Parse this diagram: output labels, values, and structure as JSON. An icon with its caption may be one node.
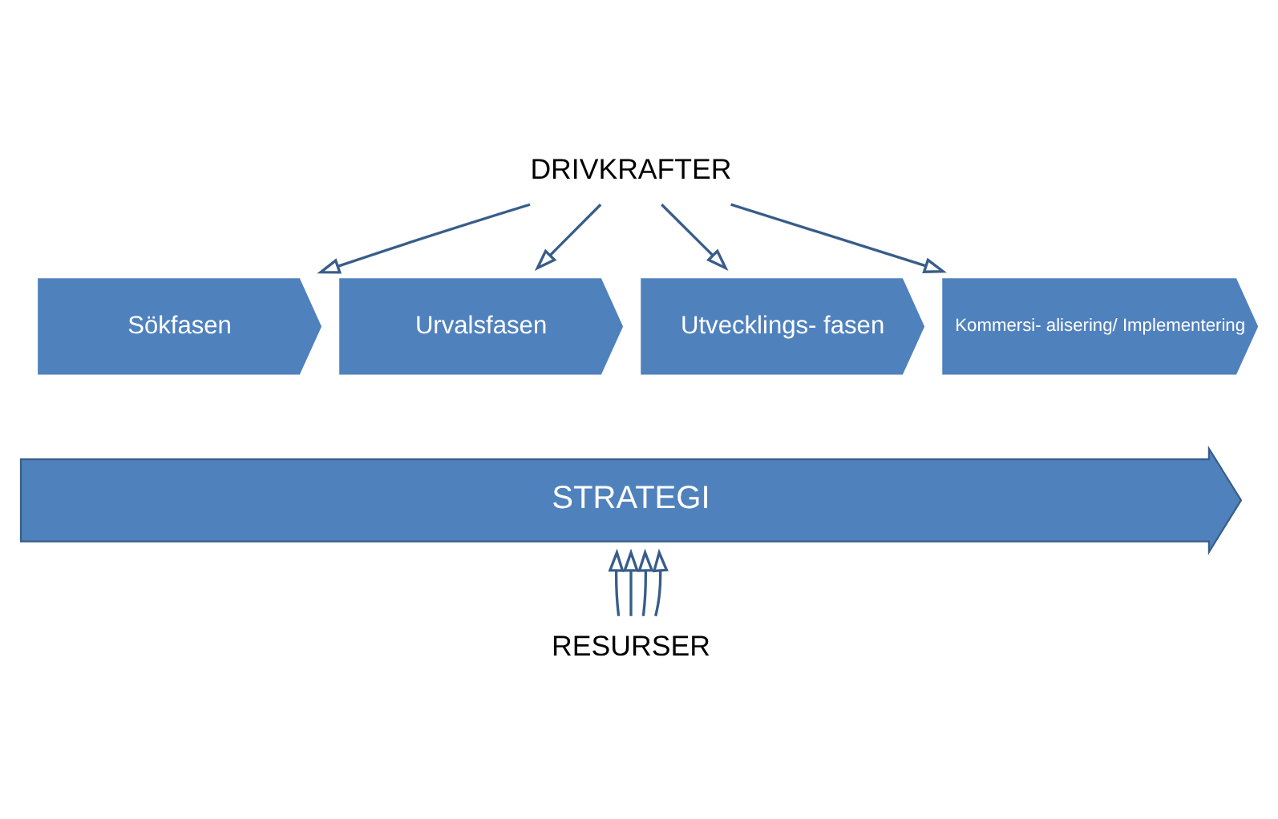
{
  "diagram": {
    "nodes": [
      {
        "text": [
          "DRIVKRAFTER"
        ]
      },
      {
        "text": [
          "Sökfasen"
        ]
      },
      {
        "text": [
          "Urvalsfasen"
        ]
      },
      {
        "text": [
          "Utvecklings- fasen"
        ]
      },
      {
        "text": [
          "Kommersi- alisering/ Implementering"
        ]
      },
      {
        "text": [
          "STRATEGI"
        ]
      },
      {
        "text": [
          "RESURSER"
        ]
      }
    ],
    "edges": [
      {
        "from": 0,
        "to": 1,
        "arrow": "to"
      },
      {
        "from": 0,
        "to": 2,
        "arrow": "to"
      },
      {
        "from": 0,
        "to": 3,
        "arrow": "to"
      },
      {
        "from": 0,
        "to": 4,
        "arrow": "to"
      },
      {
        "from": 6,
        "to": 5,
        "arrow": "to"
      },
      {
        "from": 6,
        "to": 5,
        "arrow": "to"
      },
      {
        "from": 6,
        "to": 5,
        "arrow": "to"
      },
      {
        "from": 6,
        "to": 5,
        "arrow": "to"
      }
    ]
  }
}
